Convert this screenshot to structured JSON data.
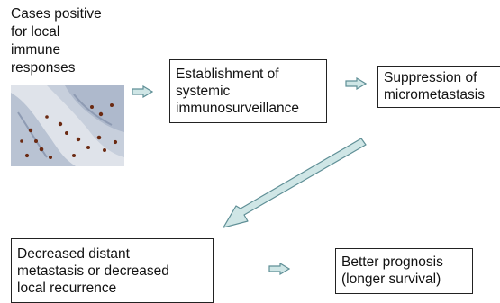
{
  "diagram": {
    "intro_label": "Cases positive\nfor local\nimmune\nresponses",
    "box_establishment": "Establishment of\nsystemic\nimmunosurveillance",
    "box_suppression": "Suppression of\nmicrometastasis",
    "box_decreased": "Decreased distant\nmetastasis or decreased\nlocal recurrence",
    "box_prognosis": "Better prognosis\n(longer survival)",
    "colors": {
      "arrow_fill": "#cfe6e6",
      "arrow_stroke": "#5f8f96",
      "box_border": "#222222",
      "tissue_bg": "#dfe3ea",
      "stain_cells": "#6b2a12"
    },
    "icons": [
      "block-arrow-right-icon",
      "diagonal-arrow-icon",
      "tissue-image"
    ]
  }
}
